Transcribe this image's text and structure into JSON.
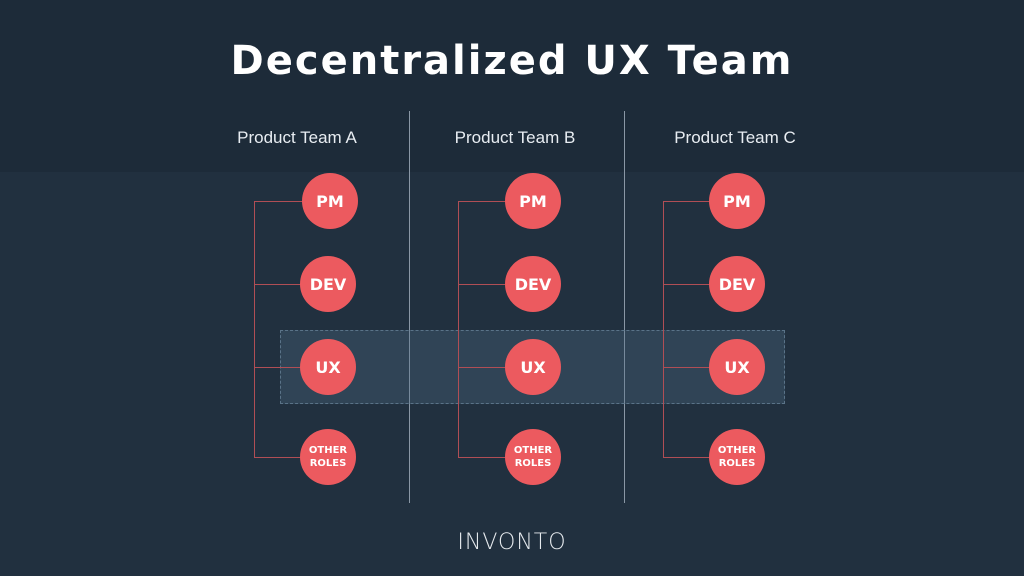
{
  "title": "Decentralized UX Team",
  "teams": [
    {
      "name": "Product Team A",
      "roles": [
        "PM",
        "DEV",
        "UX",
        "OTHER\nROLES"
      ]
    },
    {
      "name": "Product Team B",
      "roles": [
        "PM",
        "DEV",
        "UX",
        "OTHER\nROLES"
      ]
    },
    {
      "name": "Product Team C",
      "roles": [
        "PM",
        "DEV",
        "UX",
        "OTHER\nROLES"
      ]
    }
  ],
  "logo": "INVONTO",
  "colors": {
    "background": "#21303f",
    "role_circle": "#ec5a5f",
    "connector": "#b04e55",
    "highlight": "#52708a"
  }
}
